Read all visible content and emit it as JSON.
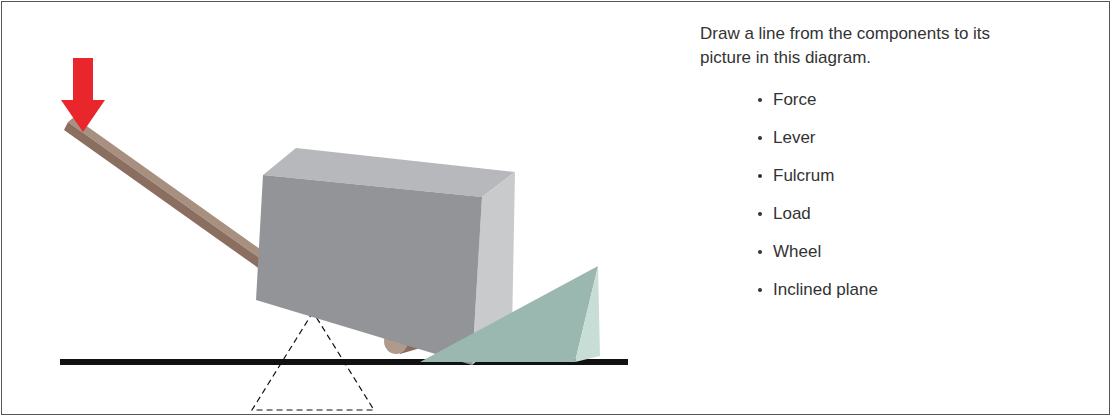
{
  "diagram": {
    "labels": [
      "Draw a line from the components to its picture in this diagram.",
      "Force",
      "Lever",
      "Fulcrum",
      "Load",
      "Wheel",
      "Inclined plane"
    ]
  }
}
